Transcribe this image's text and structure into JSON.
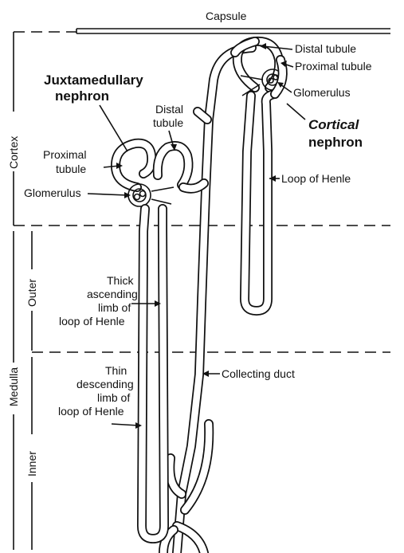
{
  "labels": {
    "capsule": "Capsule",
    "distal_tubule_cortical": "Distal tubule",
    "proximal_tubule_cortical": "Proximal tubule",
    "glomerulus_cortical": "Glomerulus",
    "cortical_line1": "Cortical",
    "cortical_line2": "nephron",
    "loop_of_henle_cortical": "Loop of Henle",
    "juxta_line1": "Juxtamedullary",
    "juxta_line2": "nephron",
    "distal_line1": "Distal",
    "distal_line2": "tubule",
    "proximal_line1": "Proximal",
    "proximal_line2": "tubule",
    "glomerulus_juxta": "Glomerulus",
    "thick_line1": "Thick",
    "thick_line2": "ascending",
    "thick_line3": "limb of",
    "thick_line4": "loop of Henle",
    "thin_line1": "Thin",
    "thin_line2": "descending",
    "thin_line3": "limb of",
    "thin_line4": "loop of Henle",
    "collecting_duct": "Collecting duct"
  },
  "regions": {
    "cortex": "Cortex",
    "medulla": "Medulla",
    "outer": "Outer",
    "inner": "Inner"
  }
}
